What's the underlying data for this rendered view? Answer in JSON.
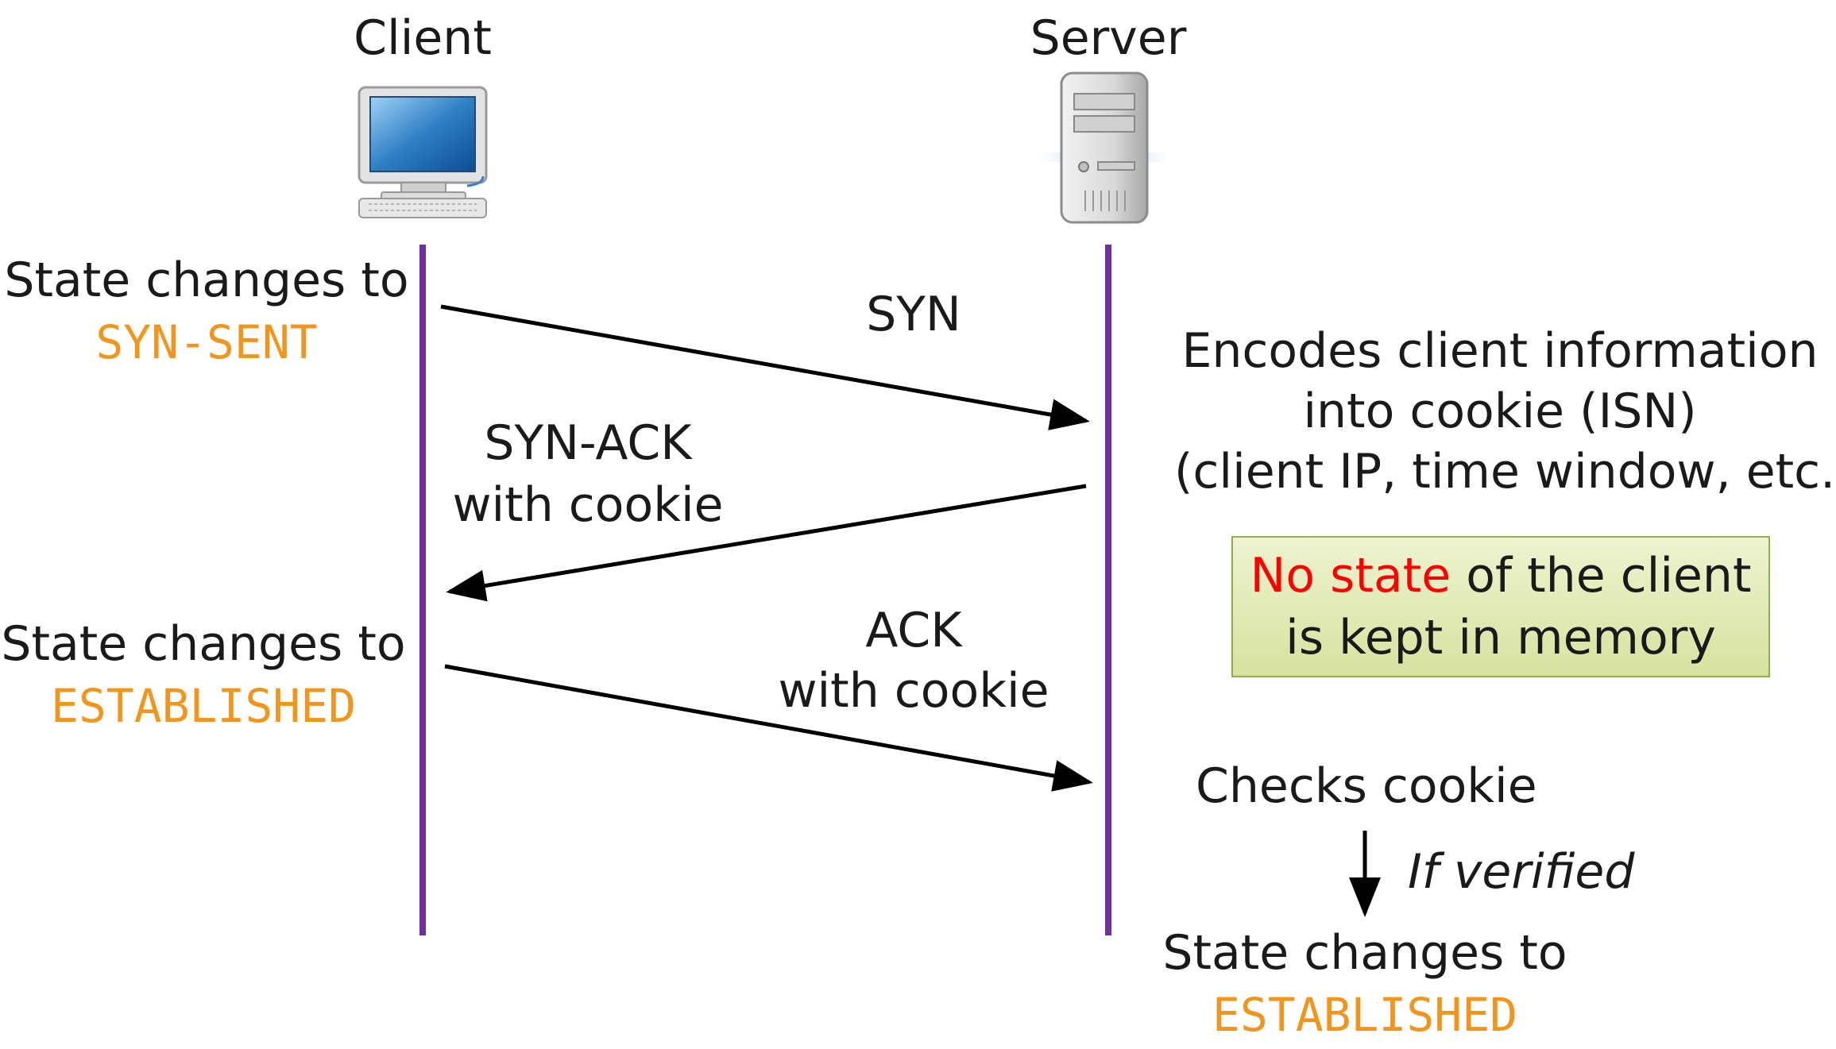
{
  "actors": {
    "client": {
      "label": "Client",
      "icon": "desktop-computer-icon"
    },
    "server": {
      "label": "Server",
      "icon": "server-tower-icon"
    }
  },
  "colors": {
    "lifeline": "#7030a0",
    "state_text": "#f0961e",
    "highlight": "#ff0000",
    "note_fill": "#e3ebb5",
    "note_border": "#8fb04a"
  },
  "messages": [
    {
      "id": "syn",
      "lines": [
        "SYN"
      ]
    },
    {
      "id": "syn-ack",
      "lines": [
        "SYN-ACK",
        "with cookie"
      ]
    },
    {
      "id": "ack",
      "lines": [
        "ACK",
        "with cookie"
      ]
    }
  ],
  "client_states": [
    {
      "prefix": "State changes to",
      "state": "SYN-SENT"
    },
    {
      "prefix": "State changes to",
      "state": "ESTABLISHED"
    }
  ],
  "server_notes": {
    "encode": [
      "Encodes client information",
      "into cookie (ISN)",
      "(client IP, time window, etc.)"
    ],
    "memory_note": {
      "highlight": "No state",
      "rest_line1": " of the client",
      "line2": "is kept in memory"
    },
    "check": "Checks cookie",
    "condition": "If verified",
    "final_prefix": "State changes to",
    "final_state": "ESTABLISHED"
  }
}
